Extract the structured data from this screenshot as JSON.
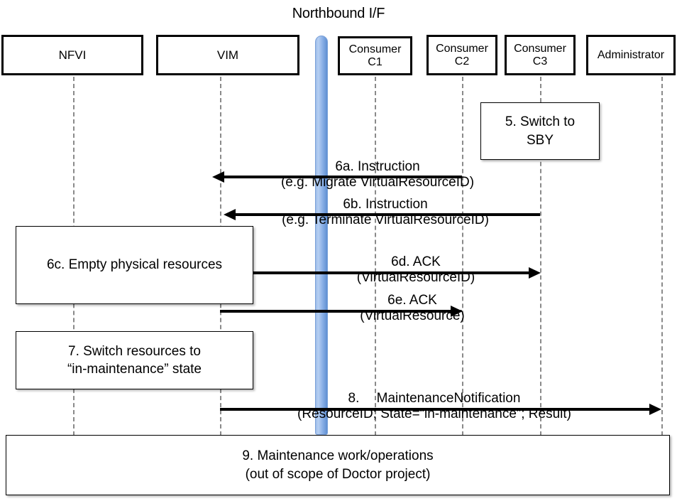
{
  "diagram": {
    "title": "Northbound I/F",
    "interface_bar_color": "#8fb3e8"
  },
  "participants": [
    {
      "id": "nfvi",
      "label": "NFVI"
    },
    {
      "id": "vim",
      "label": "VIM"
    },
    {
      "id": "c1",
      "label": "Consumer\nC1"
    },
    {
      "id": "c2",
      "label": "Consumer\nC2"
    },
    {
      "id": "c3",
      "label": "Consumer\nC3"
    },
    {
      "id": "admin",
      "label": "Administrator"
    }
  ],
  "participant_labels": {
    "nfvi": "NFVI",
    "vim": "VIM",
    "c1_line1": "Consumer",
    "c1_line2": "C1",
    "c2_line1": "Consumer",
    "c2_line2": "C2",
    "c3_line1": "Consumer",
    "c3_line2": "C3",
    "admin": "Administrator"
  },
  "notes": {
    "step5_line1": "5. Switch to",
    "step5_line2": "SBY",
    "step6c": "6c. Empty physical resources",
    "step7_line1": "7. Switch resources to",
    "step7_line2": "“in-maintenance” state",
    "step9_line1": "9. Maintenance work/operations",
    "step9_line2": "(out of scope of Doctor project)"
  },
  "messages": [
    {
      "id": "6a",
      "line1": "6a. Instruction",
      "line2": "(e.g. Migrate VirtualResourceID)",
      "from": "c2",
      "to": "vim",
      "direction": "left"
    },
    {
      "id": "6b",
      "line1": "6b. Instruction",
      "line2": "(e.g. Terminate VirtualResourceID)",
      "from": "c3",
      "to": "vim",
      "direction": "left"
    },
    {
      "id": "6d",
      "line1": "6d. ACK",
      "line2": "(VirtualResourceID)",
      "from": "vim",
      "to": "c3",
      "direction": "right"
    },
    {
      "id": "6e",
      "line1": "6e. ACK",
      "line2": "(VirtualResource)",
      "from": "vim",
      "to": "c2",
      "direction": "right"
    },
    {
      "id": "8",
      "line1": "8.  MaintenanceNotification",
      "line2": "(ResourceID; State=“in-maintenance”; Result)",
      "from": "vim",
      "to": "admin",
      "direction": "right"
    }
  ]
}
